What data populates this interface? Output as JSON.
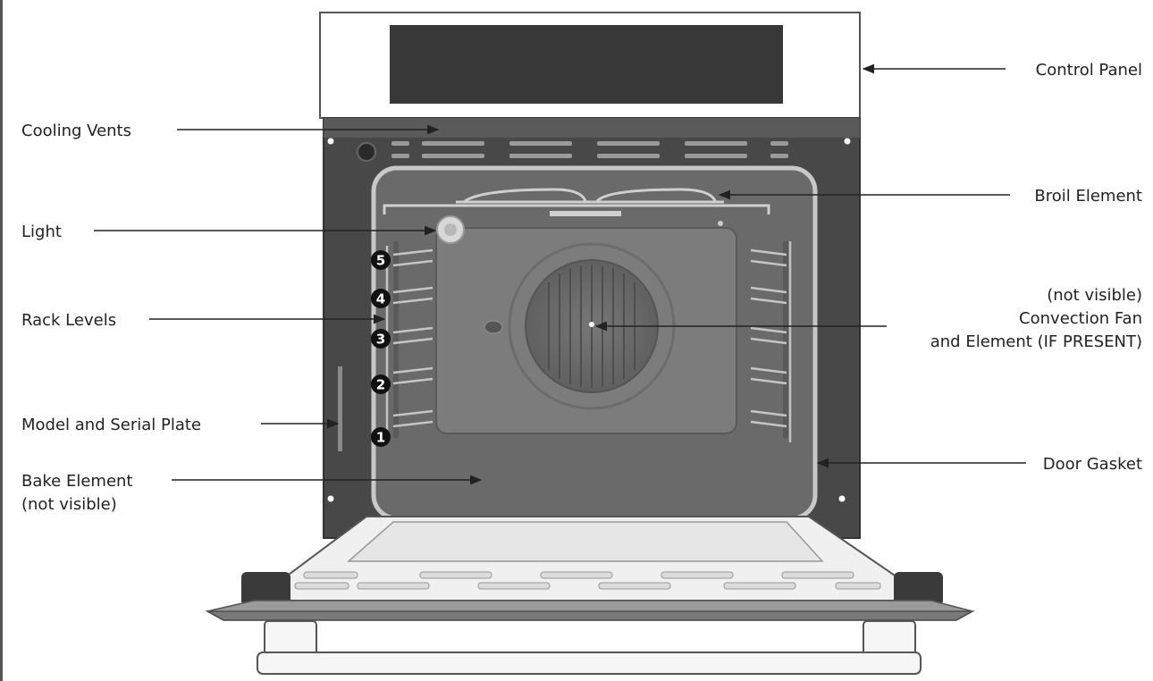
{
  "labels": {
    "control_panel": "Control Panel",
    "cooling_vents": "Cooling Vents",
    "broil_element": "Broil Element",
    "light": "Light",
    "fan_note": "(not visible)",
    "fan_line1": "Convection Fan",
    "fan_line2": "and Element (IF PRESENT)",
    "rack_levels": "Rack Levels",
    "model_plate": "Model and Serial Plate",
    "bake_line1": "Bake Element",
    "bake_line2": "(not visible)",
    "door_gasket": "Door Gasket"
  },
  "rack_numbers": [
    "5",
    "4",
    "3",
    "2",
    "1"
  ],
  "colors": {
    "cavity_frame": "#484848",
    "cavity_interior": "#6a6a6a",
    "back_panel": "#7c7c7c",
    "control_display": "#383838",
    "line": "#222222"
  }
}
